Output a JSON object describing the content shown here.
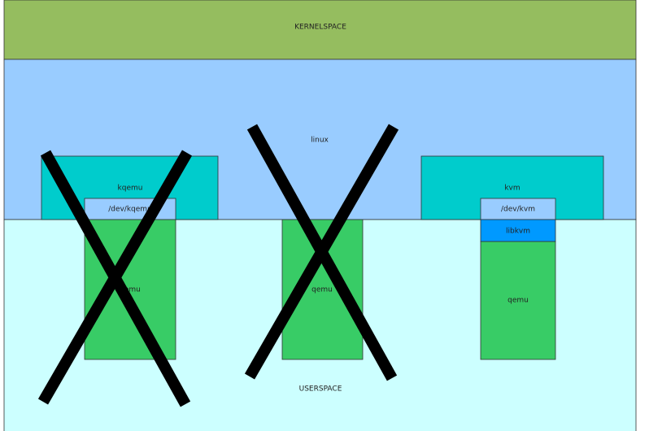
{
  "layers": {
    "kernelspace": "KERNELSPACE",
    "linux": "linux",
    "userspace": "USERSPACE"
  },
  "kqemu_stack": {
    "module": "kqemu",
    "device": "/dev/kqemu",
    "app": "qemu",
    "crossed_out": true
  },
  "plain_stack": {
    "app": "qemu",
    "crossed_out": true
  },
  "kvm_stack": {
    "module": "kvm",
    "device": "/dev/kvm",
    "library": "libkvm",
    "app": "qemu",
    "crossed_out": false
  },
  "colors": {
    "kernelspace": "#95bd5f",
    "linux": "#99ccff",
    "userspace": "#ccffff",
    "module": "#00cccc",
    "device": "#99ccff",
    "library": "#0099ff",
    "app": "#38cc66",
    "cross": "#000000"
  }
}
